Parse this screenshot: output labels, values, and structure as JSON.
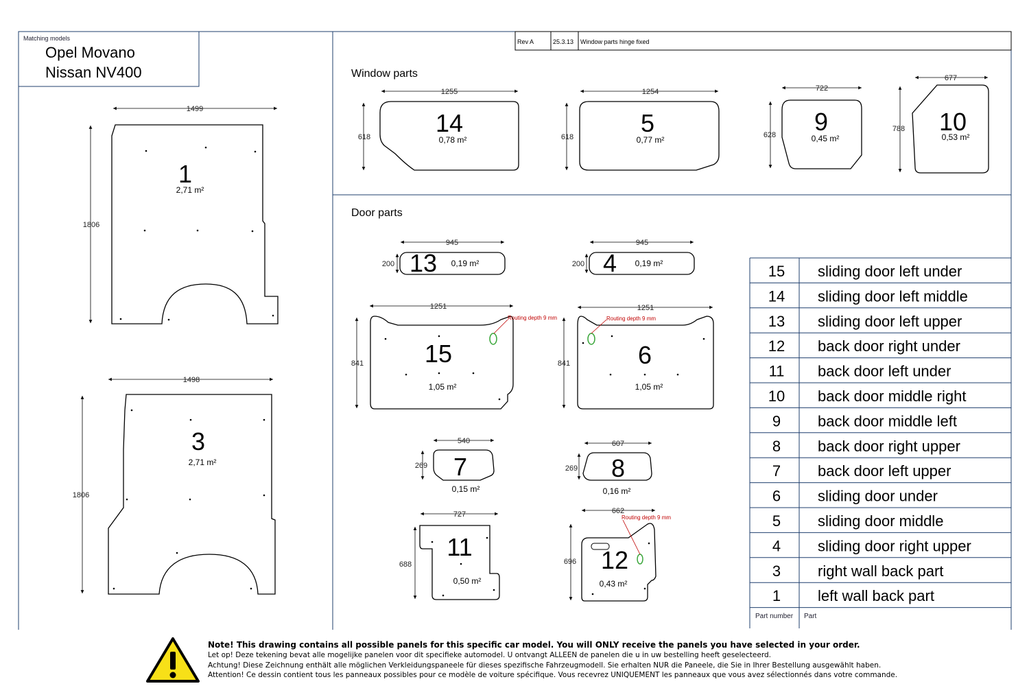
{
  "matching_models": {
    "label": "Matching models",
    "lines": [
      "Opel Movano",
      "Nissan NV400"
    ]
  },
  "revision": {
    "rev": "Rev A",
    "date": "25.3.13",
    "note": "Window parts hinge fixed"
  },
  "sections": {
    "window": "Window parts",
    "door": "Door parts"
  },
  "panels": [
    {
      "id": "p1",
      "number": "1",
      "area": "2,71 m²",
      "width": "1499",
      "height": "1806"
    },
    {
      "id": "p3",
      "number": "3",
      "area": "2,71 m²",
      "width": "1498",
      "height": "1806"
    },
    {
      "id": "p14",
      "number": "14",
      "area": "0,78 m²",
      "width": "1255",
      "height": "618"
    },
    {
      "id": "p5",
      "number": "5",
      "area": "0,77 m²",
      "width": "1254",
      "height": "618"
    },
    {
      "id": "p9",
      "number": "9",
      "area": "0,45 m²",
      "width": "722",
      "height": "628"
    },
    {
      "id": "p10",
      "number": "10",
      "area": "0,53 m²",
      "width": "677",
      "height": "788"
    },
    {
      "id": "p13",
      "number": "13",
      "area": "0,19 m²",
      "width": "945",
      "height": "200"
    },
    {
      "id": "p4",
      "number": "4",
      "area": "0,19 m²",
      "width": "945",
      "height": "200"
    },
    {
      "id": "p15",
      "number": "15",
      "area": "1,05 m²",
      "width": "1251",
      "height": "841",
      "routing": "Routing depth 9 mm"
    },
    {
      "id": "p6",
      "number": "6",
      "area": "1,05 m²",
      "width": "1251",
      "height": "841",
      "routing": "Routing depth 9 mm"
    },
    {
      "id": "p7",
      "number": "7",
      "area": "0,15 m²",
      "width": "540",
      "height": "269"
    },
    {
      "id": "p8",
      "number": "8",
      "area": "0,16 m²",
      "width": "607",
      "height": "269"
    },
    {
      "id": "p11",
      "number": "11",
      "area": "0,50 m²",
      "width": "727",
      "height": "688"
    },
    {
      "id": "p12",
      "number": "12",
      "area": "0,43 m²",
      "width": "662",
      "height": "696",
      "routing": "Routing depth 9 mm"
    }
  ],
  "parts_table": {
    "rows": [
      {
        "number": "15",
        "part": "sliding door left under"
      },
      {
        "number": "14",
        "part": "sliding door left middle"
      },
      {
        "number": "13",
        "part": "sliding door left upper"
      },
      {
        "number": "12",
        "part": "back door right under"
      },
      {
        "number": "11",
        "part": "back door left under"
      },
      {
        "number": "10",
        "part": "back door middle right"
      },
      {
        "number": "9",
        "part": "back door middle left"
      },
      {
        "number": "8",
        "part": "back door right  upper"
      },
      {
        "number": "7",
        "part": "back door left upper"
      },
      {
        "number": "6",
        "part": "sliding door under"
      },
      {
        "number": "5",
        "part": "sliding door middle"
      },
      {
        "number": "4",
        "part": "sliding door right upper"
      },
      {
        "number": "3",
        "part": "right wall back part"
      },
      {
        "number": "1",
        "part": "left wall back part"
      }
    ],
    "header_number": "Part number",
    "header_part": "Part"
  },
  "notice": {
    "icon": "warning-icon",
    "lines": [
      "Note! This drawing contains all possible panels for this specific car model. You will ONLY receive the panels you have selected in your order.",
      "Let op! Deze tekening bevat alle mogelijke panelen voor dit specifieke automodel. U ontvangt ALLEEN de panelen die u in uw bestelling heeft geselecteerd.",
      "Achtung! Diese Zeichnung enthält alle möglichen Verkleidungspaneele für dieses spezifische Fahrzeugmodell. Sie erhalten NUR die Paneele, die Sie in Ihrer Bestellung ausgewählt haben.",
      "Attention! Ce dessin contient tous les panneaux possibles pour ce modèle de voiture spécifique. Vous recevrez UNIQUEMENT les panneaux que vous avez sélectionnés dans votre commande."
    ]
  },
  "colors": {
    "frame": "#1f3f6e",
    "line": "#000000",
    "routing": "#c00000",
    "highlight": "#3aa63a",
    "warning_yellow": "#f7e018"
  }
}
